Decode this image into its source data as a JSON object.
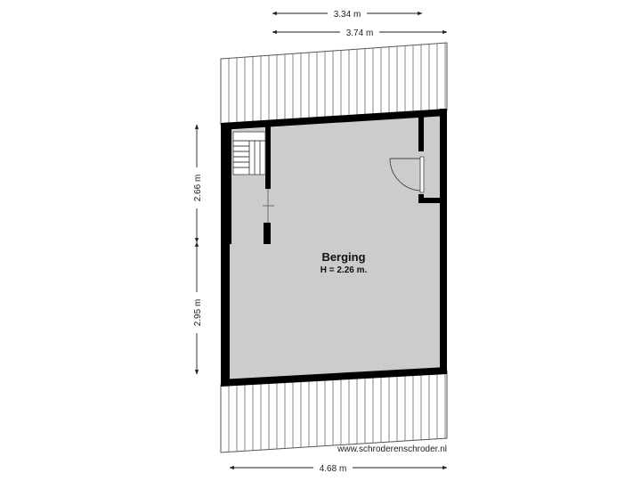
{
  "room": {
    "name": "Berging",
    "height_label": "H = 2.26 m."
  },
  "dimensions": {
    "top_inner": "3.34 m",
    "top_outer": "3.74 m",
    "left_upper": "2.66 m",
    "left_lower": "2.95 m",
    "bottom": "4.68 m"
  },
  "watermark": "www.schroderenschroder.nl",
  "colors": {
    "wall": "#000000",
    "floor": "#cccccc",
    "roof_lines": "#555555",
    "dimension_line": "#222222"
  }
}
